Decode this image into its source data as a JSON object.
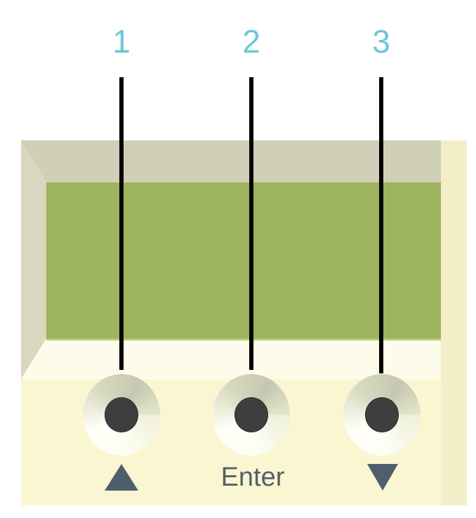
{
  "callouts": [
    "1",
    "2",
    "3"
  ],
  "buttons": [
    {
      "name": "up",
      "label": "▲"
    },
    {
      "name": "enter",
      "label": "Enter"
    },
    {
      "name": "down",
      "label": "▼"
    }
  ],
  "colors": {
    "callout": "#6cc6d8",
    "lcd": "#9db35c",
    "panel": "#fbf6d2",
    "bevel": "#d0cfb7",
    "glyph": "#4e5f6c"
  }
}
